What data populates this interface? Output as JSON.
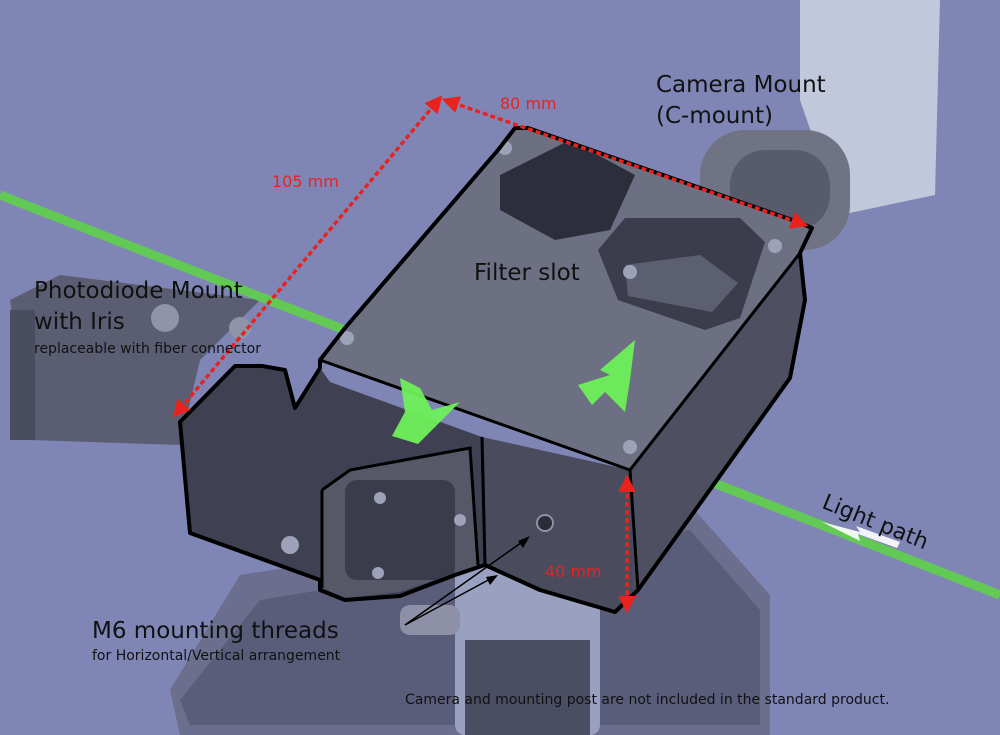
{
  "labels": {
    "camera_mount_line1": "Camera Mount",
    "camera_mount_line2": "(C-mount)",
    "filter_slot": "Filter slot",
    "photodiode_line1": "Photodiode Mount",
    "photodiode_line2": "with Iris",
    "photodiode_sub": "replaceable with fiber connector",
    "light_path": "Light path",
    "m6_title": "M6 mounting threads",
    "m6_sub": "for Horizontal/Vertical arrangement",
    "footer_note": "Camera and mounting post are not included in the standard product."
  },
  "dimensions": {
    "width": "80 mm",
    "length": "105 mm",
    "height": "40 mm"
  },
  "colors": {
    "background": "#7f86b6",
    "dimension_arrows": "#e8231e",
    "light_beam": "#5fd24a",
    "direction_arrows": "#6ef05a",
    "outline": "#000000"
  }
}
